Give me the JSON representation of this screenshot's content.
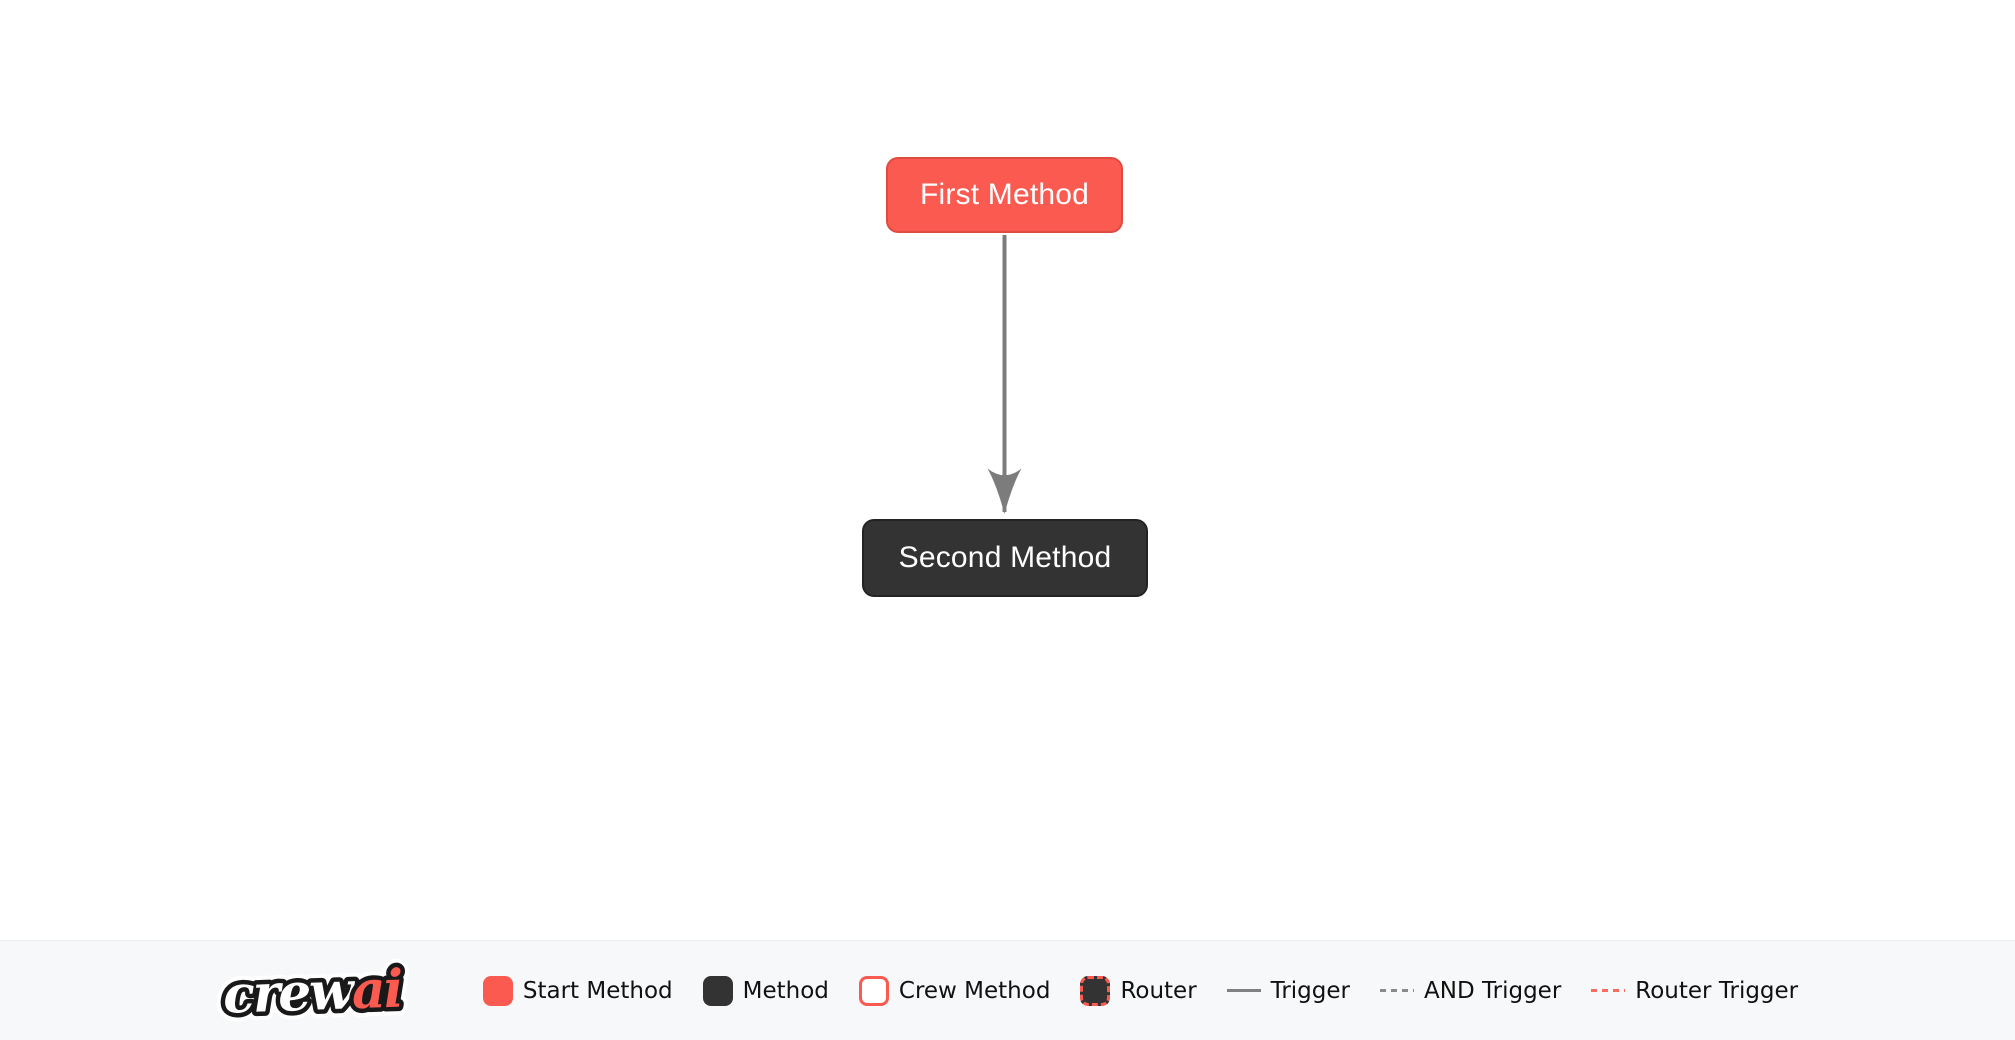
{
  "canvas": {
    "nodes": [
      {
        "label": "First Method",
        "type": "start-method",
        "fill": "#FB5A50",
        "border": "#E04B41",
        "text_color": "#FFFFFF"
      },
      {
        "label": "Second Method",
        "type": "method",
        "fill": "#333333",
        "border": "#232323",
        "text_color": "#FFFFFF"
      }
    ],
    "edges": [
      {
        "from": "First Method",
        "to": "Second Method",
        "type": "trigger",
        "style": "solid-arrow-down",
        "color": "#7C7C7C"
      }
    ]
  },
  "footer": {
    "logo": {
      "part1": "crew",
      "part2": "ai",
      "accent_color": "#FB5A50"
    },
    "legend": [
      {
        "label": "Start Method",
        "swatch": "start-method-box",
        "color": "#FB5A50"
      },
      {
        "label": "Method",
        "swatch": "method-box",
        "color": "#333333"
      },
      {
        "label": "Crew Method",
        "swatch": "crew-method-box",
        "color": "#FB5A50"
      },
      {
        "label": "Router",
        "swatch": "router-box",
        "color": "#333333"
      },
      {
        "label": "Trigger",
        "swatch": "solid-line",
        "color": "#808080"
      },
      {
        "label": "AND Trigger",
        "swatch": "gray-dashed-line",
        "color": "#8A8A8A"
      },
      {
        "label": "Router Trigger",
        "swatch": "red-dashed-line",
        "color": "#F96C60"
      }
    ]
  }
}
